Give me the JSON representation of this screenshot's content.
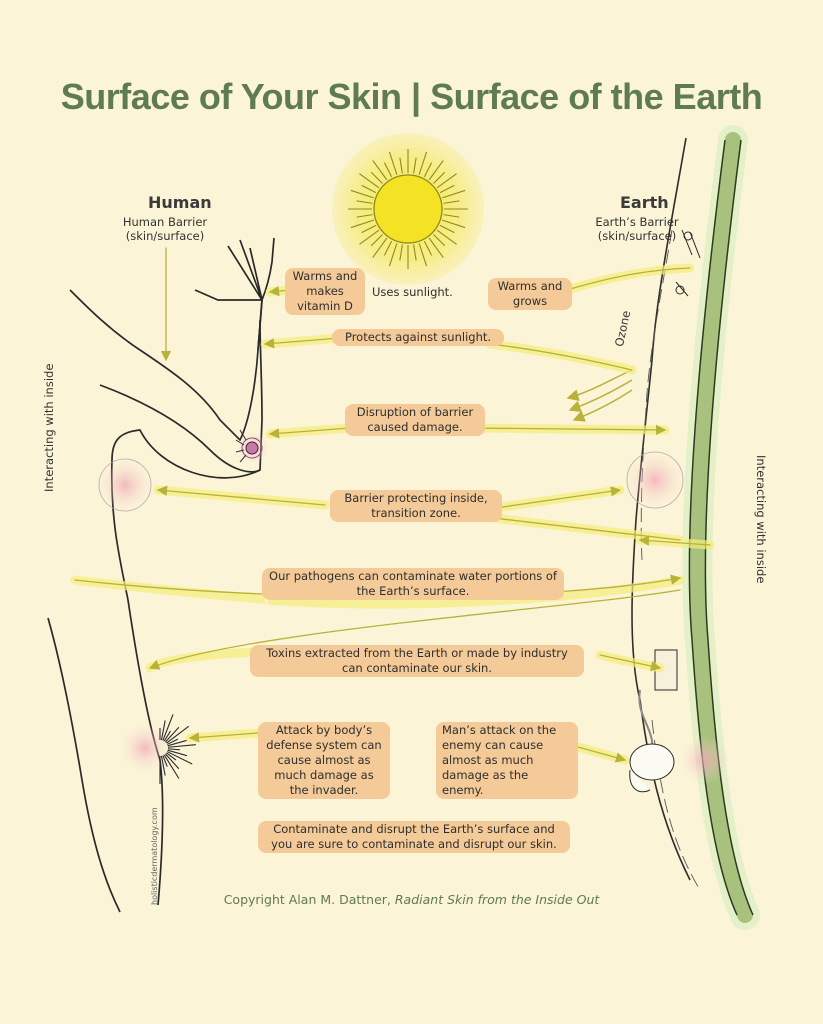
{
  "title": "Surface of Your Skin | Surface of the Earth",
  "human": {
    "heading": "Human",
    "barrier": "Human Barrier (skin/surface)",
    "side": "Interacting with inside"
  },
  "earth": {
    "heading": "Earth",
    "barrier": "Earth’s Barrier (skin/surface)",
    "side": "Interacting with inside",
    "ozone": "Ozone"
  },
  "sun_label": "Uses sunlight.",
  "labels": {
    "warms_vitd": "Warms and makes vitamin D",
    "warms_grows": "Warms and grows",
    "protects": "Protects against sunlight.",
    "disruption": "Disruption of barrier caused damage.",
    "barrier_zone": "Barrier protecting inside, transition zone.",
    "pathogens": "Our pathogens can contaminate water portions of the Earth’s surface.",
    "toxins": "Toxins extracted from the Earth or made by industry can contaminate our skin.",
    "attack_body": "Attack by body’s defense system can cause almost as much damage as the invader.",
    "attack_man": "Man’s attack on the enemy can cause almost as much damage as the enemy.",
    "conclusion": "Contaminate and disrupt the Earth’s surface and you are sure to contaminate and disrupt our skin."
  },
  "copyright": {
    "prefix": "Copyright Alan M. Dattner, ",
    "book": "Radiant Skin from the Inside Out"
  },
  "watermark": "holisticdermatology.com",
  "colors": {
    "title": "#5e7b52",
    "pill": "#f4cb98",
    "arrow": "#d9cf2e",
    "earth": "#a8c27e",
    "sun": "#f1e13a",
    "background": "#fbf4d6"
  }
}
